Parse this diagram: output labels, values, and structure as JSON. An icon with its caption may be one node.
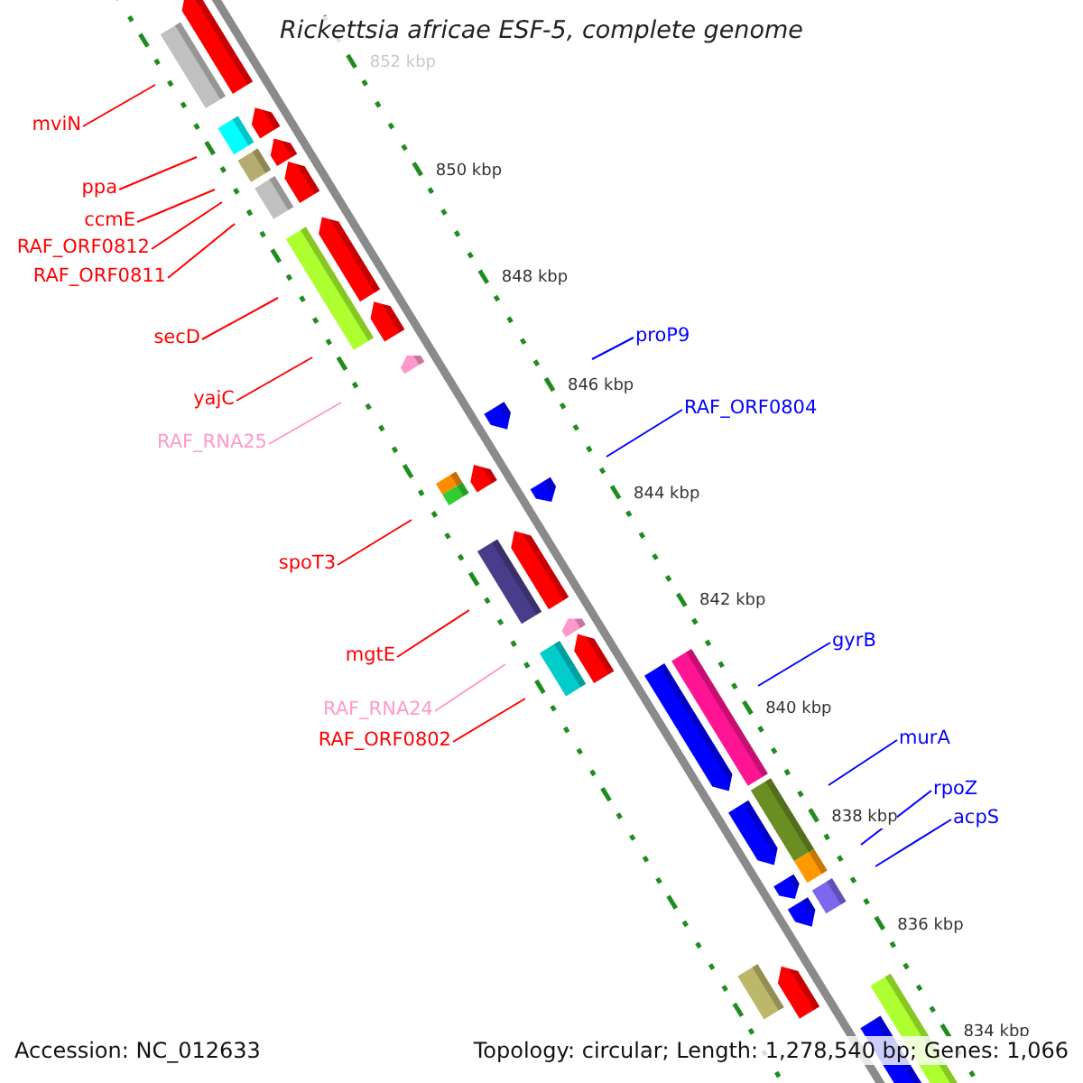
{
  "diagram": {
    "title": "Rickettsia africae ESF-5, complete genome",
    "nodes": [
      {
        "text": [
          "mviN"
        ]
      },
      {
        "text": [
          "ppa"
        ]
      },
      {
        "text": [
          "ccmE"
        ]
      },
      {
        "text": [
          "RAF_ORF0812"
        ]
      },
      {
        "text": [
          "RAF_ORF0811"
        ]
      },
      {
        "text": [
          "proP9"
        ]
      },
      {
        "text": [
          "secD"
        ]
      },
      {
        "text": [
          "yajC"
        ]
      },
      {
        "text": [
          "RAF_ORF0804"
        ]
      },
      {
        "text": [
          "RAF_RNA25"
        ]
      },
      {
        "text": [
          "spoT3"
        ]
      },
      {
        "text": [
          "gyrB"
        ]
      },
      {
        "text": [
          "mgtE"
        ]
      },
      {
        "text": [
          "RAF_RNA24"
        ]
      },
      {
        "text": [
          "murA"
        ]
      },
      {
        "text": [
          "RAF_ORF0802"
        ]
      },
      {
        "text": [
          "rpoZ"
        ]
      },
      {
        "text": [
          "acpS"
        ]
      }
    ],
    "edges": [
      {
        "from": 0,
        "to": null,
        "arrow": "none"
      },
      {
        "from": 1,
        "to": null,
        "arrow": "none"
      },
      {
        "from": 2,
        "to": null,
        "arrow": "none"
      },
      {
        "from": 3,
        "to": null,
        "arrow": "none"
      },
      {
        "from": 4,
        "to": null,
        "arrow": "none"
      },
      {
        "from": 5,
        "to": null,
        "arrow": "none",
        "color": "#0000ff"
      },
      {
        "from": 6,
        "to": null,
        "arrow": "none"
      },
      {
        "from": 7,
        "to": null,
        "arrow": "none"
      },
      {
        "from": 8,
        "to": null,
        "arrow": "none",
        "color": "#0000ff"
      },
      {
        "from": 9,
        "to": null,
        "arrow": "none",
        "color": "#ff99cc"
      },
      {
        "from": 10,
        "to": null,
        "arrow": "none"
      },
      {
        "from": 11,
        "to": null,
        "arrow": "none",
        "color": "#0000ff"
      },
      {
        "from": 12,
        "to": null,
        "arrow": "none"
      },
      {
        "from": 13,
        "to": null,
        "arrow": "none",
        "color": "#ff99cc"
      },
      {
        "from": 14,
        "to": null,
        "arrow": "none",
        "color": "#0000ff"
      },
      {
        "from": 15,
        "to": null,
        "arrow": "none"
      },
      {
        "from": 16,
        "to": null,
        "arrow": "none",
        "color": "#0000ff"
      },
      {
        "from": 17,
        "to": null,
        "arrow": "none",
        "color": "#0000ff"
      }
    ],
    "labels": [
      "852 kbp",
      "850 kbp",
      "848 kbp",
      "846 kbp",
      "844 kbp",
      "842 kbp",
      "840 kbp",
      "838 kbp",
      "836 kbp",
      "834 kbp",
      "Accession: NC_012633",
      "Topology: circular; Length: 1,278,540 bp; Genes: 1,066"
    ]
  }
}
